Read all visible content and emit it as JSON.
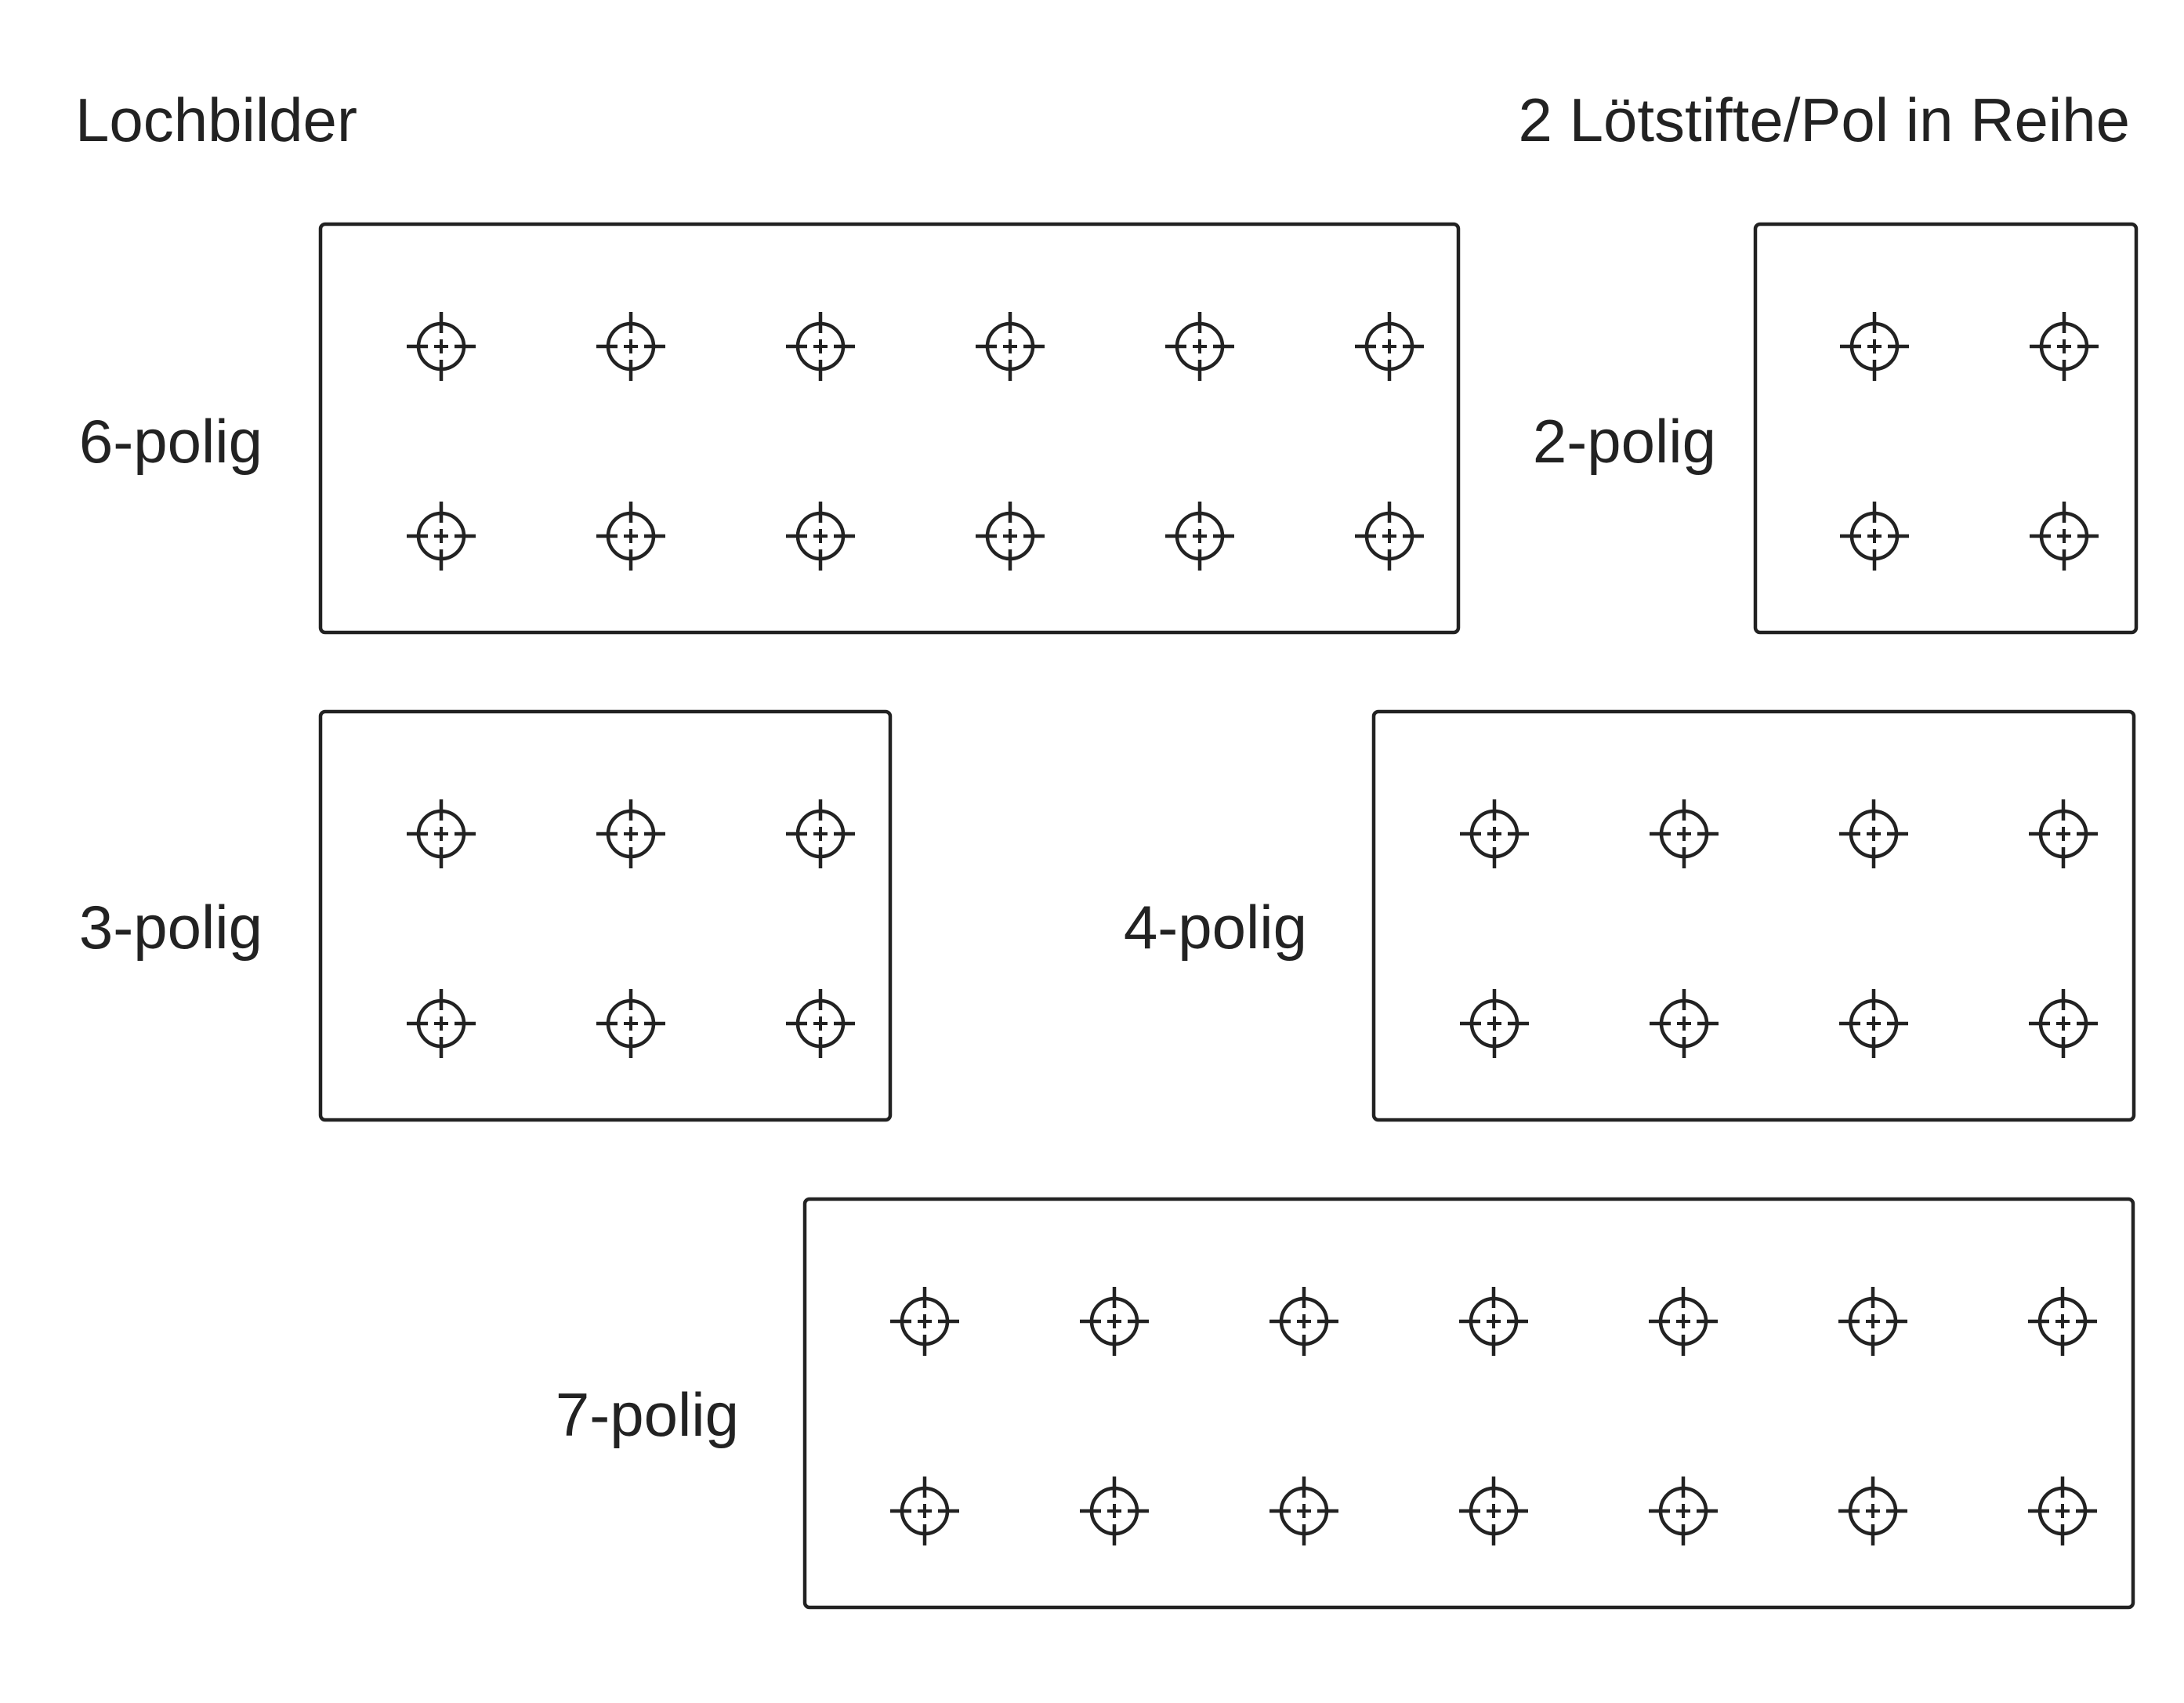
{
  "header": {
    "title": "Lochbilder",
    "subtitle": "2 Lötstifte/Pol in Reihe"
  },
  "layouts": [
    {
      "id": "6",
      "label": "6-polig",
      "poles": 6
    },
    {
      "id": "2",
      "label": "2-polig",
      "poles": 2
    },
    {
      "id": "3",
      "label": "3-polig",
      "poles": 3
    },
    {
      "id": "4",
      "label": "4-polig",
      "poles": 4
    },
    {
      "id": "7",
      "label": "7-polig",
      "poles": 7
    }
  ],
  "rows_per_layout": 2,
  "colors": {
    "line": "#222222",
    "background": "#ffffff"
  },
  "icons": {
    "hole": "crosshair-hole-icon"
  }
}
